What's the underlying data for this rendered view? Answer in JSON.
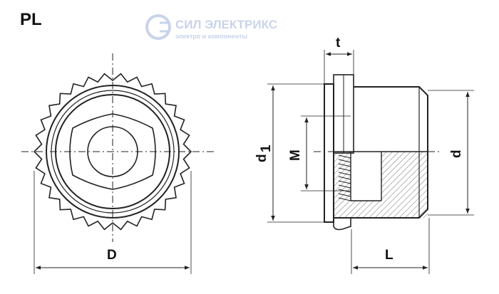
{
  "title": "PL",
  "dimensions": {
    "D": "D",
    "t": "t",
    "d1": "d",
    "d1_sub": "1",
    "M": "M",
    "d": "d",
    "L": "L"
  },
  "watermark": {
    "name": "СИЛ ЭЛЕКТРИКС",
    "tagline": "электро и компоненты"
  },
  "colors": {
    "line": "#222222",
    "hatch": "#555555",
    "watermark": "#c9d3ea"
  }
}
